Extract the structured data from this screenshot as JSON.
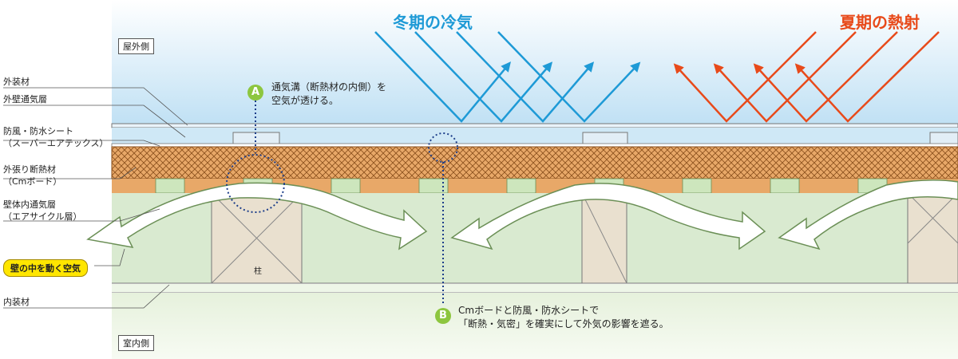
{
  "titles": {
    "winter": "冬期の冷気",
    "summer": "夏期の熱射"
  },
  "zones": {
    "outdoor": "屋外側",
    "indoor": "室内側"
  },
  "layers": [
    "外装材",
    "外壁通気層",
    "防風・防水シート\n（スーパーエアテックス）",
    "外張り断熱材\n（Cmボード）",
    "壁体内通気層\n（エアサイクル層）",
    "内装材"
  ],
  "highlight": "壁の中を動く空気",
  "pillar": "柱",
  "notes": {
    "a": {
      "badge": "A",
      "text": "通気溝（断熱材の内側）を\n空気が透ける。"
    },
    "b": {
      "badge": "B",
      "text": "Cmボードと防風・防水シートで\n「断熱・気密」を確実にして外気の影響を遮る。"
    }
  },
  "colors": {
    "cold": "#1e9ad6",
    "heat": "#e84a1a",
    "insulation": "#e8a868",
    "airLayer": "#d9ead0",
    "badge": "#8dc63f",
    "dotted": "#1d3e8a"
  }
}
